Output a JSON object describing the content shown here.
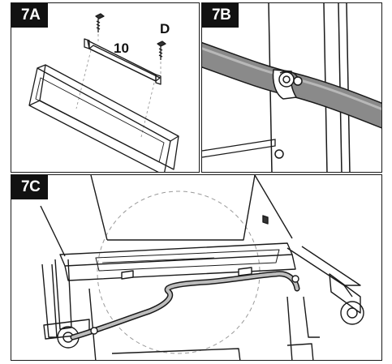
{
  "panels": [
    {
      "id": "7A",
      "label": "7A",
      "callouts": [
        {
          "text": "10"
        },
        {
          "text": "D"
        }
      ]
    },
    {
      "id": "7B",
      "label": "7B",
      "callouts": []
    },
    {
      "id": "7C",
      "label": "7C",
      "callouts": []
    }
  ],
  "colors": {
    "line": "#1a1a1a",
    "hose": "#8a8a8a",
    "tag_bg": "#111111",
    "tag_text": "#ffffff",
    "dashed_circle": "#9a9a9a"
  }
}
